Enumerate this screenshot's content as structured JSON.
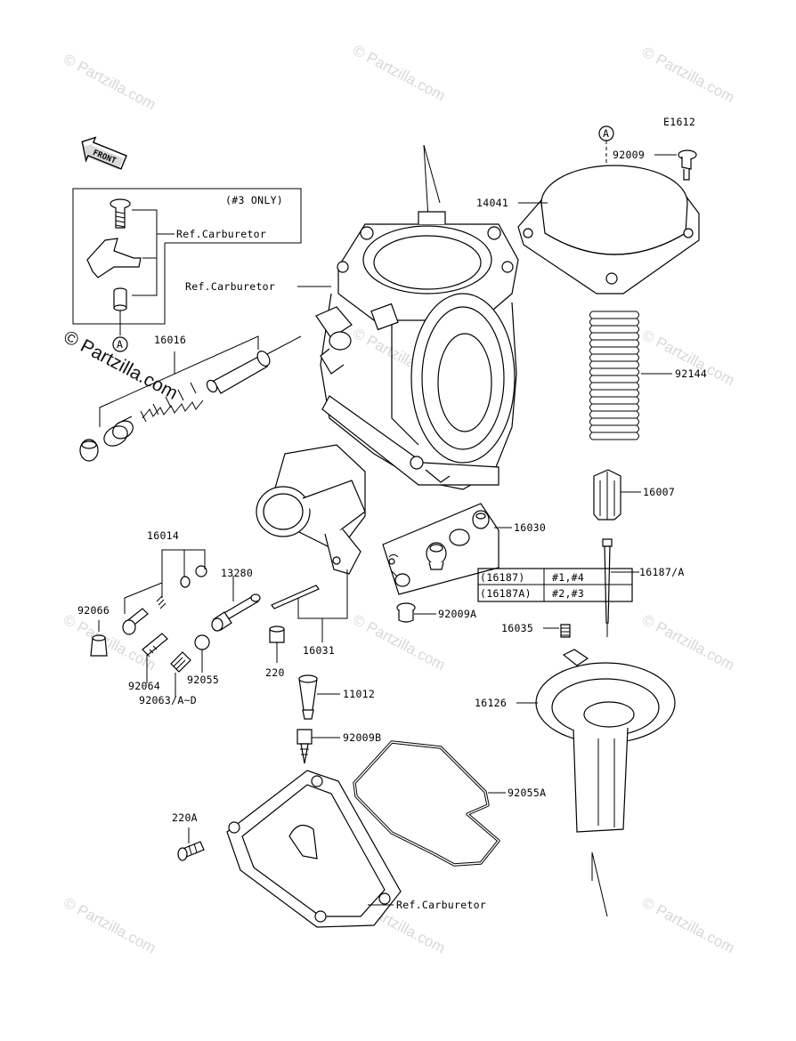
{
  "diagram_code": "E1612",
  "front_arrow": "FRONT",
  "watermark_text": "© Partzilla.com",
  "callout_a": "A",
  "inset_note": "(#3 ONLY)",
  "labels": {
    "ref_carb_1": "Ref.Carburetor",
    "ref_carb_2": "Ref.Carburetor",
    "ref_carb_3": "Ref.Carburetor",
    "p16016": "16016",
    "p92009": "92009",
    "p14041": "14041",
    "p92144": "92144",
    "p16007": "16007",
    "p16030": "16030",
    "p16187a": "16187/A",
    "p92009a": "92009A",
    "p16035": "16035",
    "p16126": "16126",
    "p16014": "16014",
    "p13280": "13280",
    "p92066": "92066",
    "p92064": "92064",
    "p92055": "92055",
    "p92063": "92063/A~D",
    "p220": "220",
    "p16031": "16031",
    "p11012": "11012",
    "p92009b": "92009B",
    "p92055a": "92055A",
    "p220a": "220A"
  },
  "needle_table": {
    "rows": [
      {
        "part": "(16187)",
        "cyl": "#1,#4"
      },
      {
        "part": "(16187A)",
        "cyl": "#2,#3"
      }
    ]
  },
  "colors": {
    "line": "#000000",
    "watermark": "#d8d8d8",
    "background": "#ffffff"
  }
}
